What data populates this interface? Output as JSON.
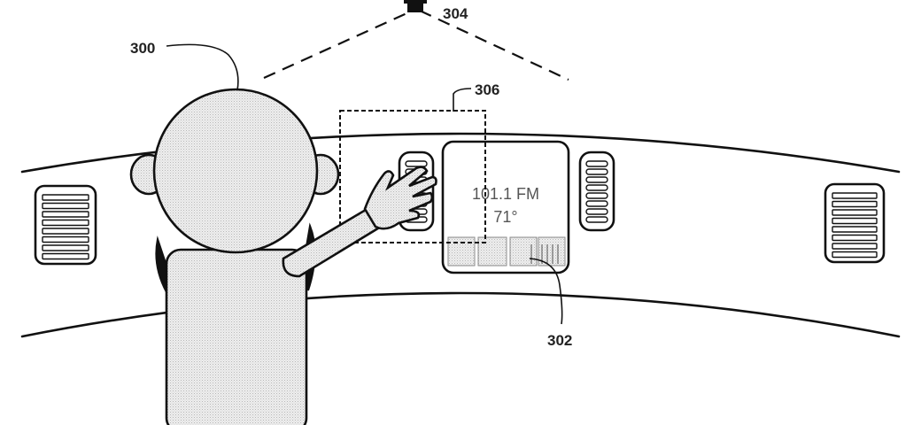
{
  "labels": {
    "occupant": "300",
    "display": "302",
    "camera": "304",
    "gesture_zone": "306"
  },
  "display": {
    "station": "101.1 FM",
    "temperature": "71°"
  }
}
